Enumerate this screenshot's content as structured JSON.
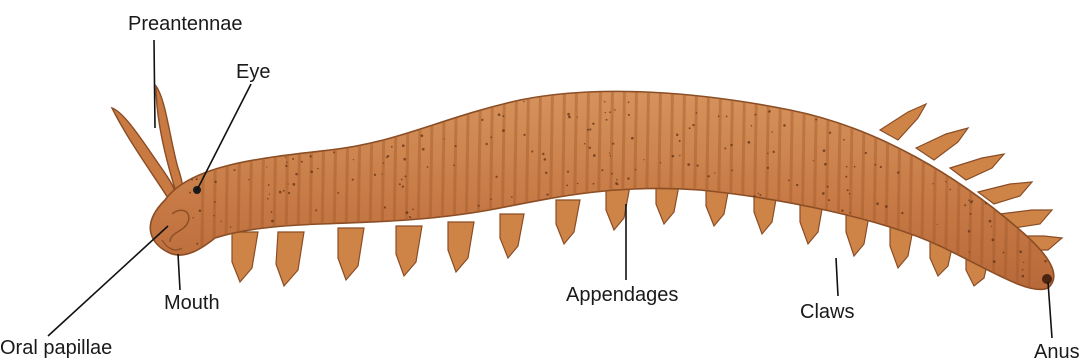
{
  "diagram": {
    "labels": {
      "preantennae": "Preantennae",
      "eye": "Eye",
      "mouth": "Mouth",
      "oral_papillae": "Oral papillae",
      "appendages": "Appendages",
      "claws": "Claws",
      "anus": "Anus"
    },
    "colors": {
      "body": "#c77a45",
      "body_light": "#d99a68",
      "stripe": "#a35a2c",
      "outline": "#8a4d25",
      "appendage": "#cf8447",
      "speckle": "#5a2c14"
    }
  }
}
